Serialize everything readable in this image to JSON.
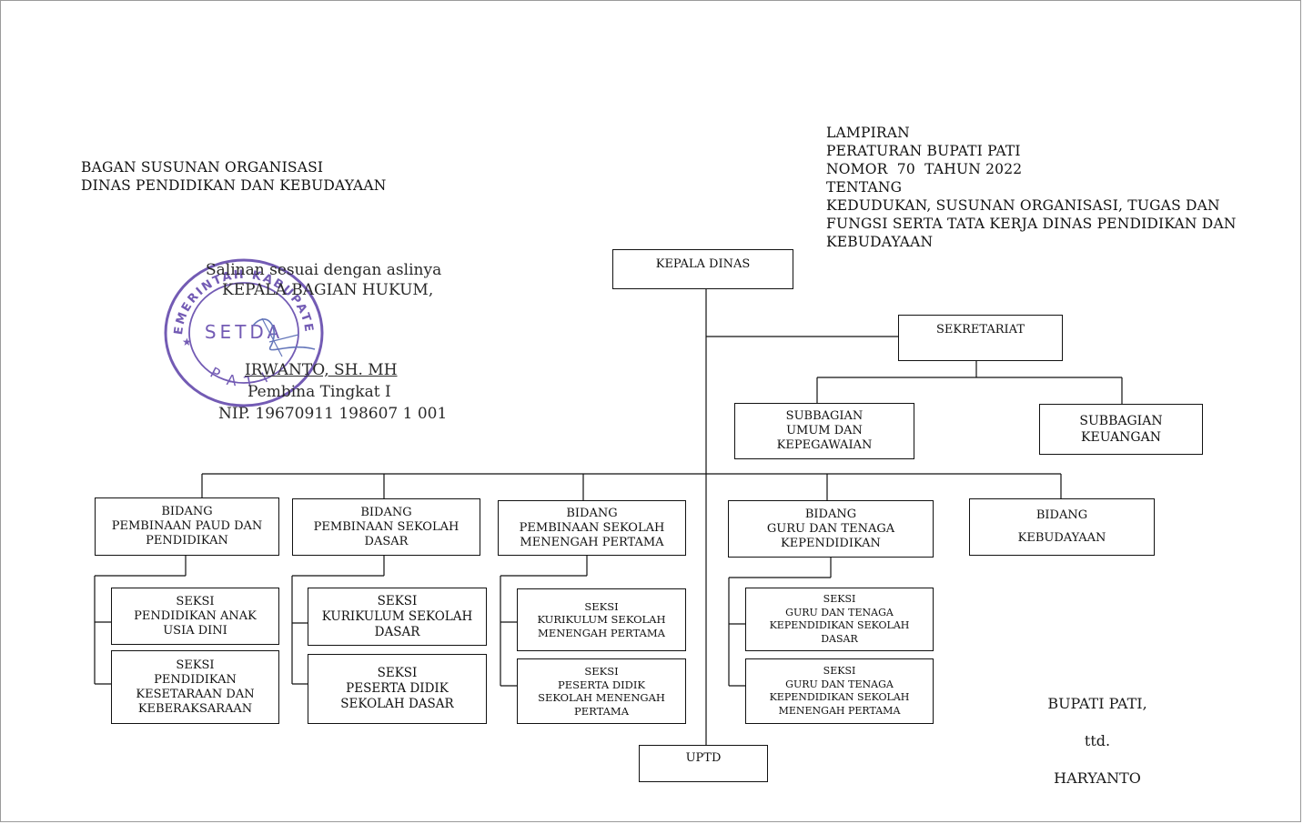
{
  "title": {
    "line1": "BAGAN SUSUNAN ORGANISASI",
    "line2": "DINAS PENDIDIKAN DAN KEBUDAYAAN"
  },
  "lampiran": {
    "lines": [
      "LAMPIRAN",
      "PERATURAN BUPATI PATI",
      "NOMOR  70  TAHUN 2022",
      "TENTANG",
      "KEDUDUKAN, SUSUNAN ORGANISASI, TUGAS DAN",
      "FUNGSI SERTA TATA KERJA DINAS PENDIDIKAN DAN",
      "KEBUDAYAAN"
    ]
  },
  "chart": {
    "kepala": "KEPALA DINAS",
    "sekretariat": "SEKRETARIAT",
    "subbagian_umum": [
      "SUBBAGIAN",
      "UMUM DAN",
      "KEPEGAWAIAN"
    ],
    "subbagian_keuangan": [
      "SUBBAGIAN",
      "KEUANGAN"
    ],
    "bidang_paud": [
      "BIDANG",
      "PEMBINAAN PAUD DAN",
      "PENDIDIKAN"
    ],
    "bidang_sd": [
      "BIDANG",
      "PEMBINAAN SEKOLAH",
      "DASAR"
    ],
    "bidang_smp": [
      "BIDANG",
      "PEMBINAAN SEKOLAH",
      "MENENGAH PERTAMA"
    ],
    "bidang_gtk": [
      "BIDANG",
      "GURU DAN TENAGA",
      "KEPENDIDIKAN"
    ],
    "bidang_kebudayaan": [
      "BIDANG",
      "KEBUDAYAAN"
    ],
    "seksi_paud_1": [
      "SEKSI",
      "PENDIDIKAN ANAK",
      "USIA DINI"
    ],
    "seksi_paud_2": [
      "SEKSI",
      "PENDIDIKAN",
      "KESETARAAN DAN",
      "KEBERAKSARAAN"
    ],
    "seksi_sd_1": [
      "SEKSI",
      "KURIKULUM SEKOLAH",
      "DASAR"
    ],
    "seksi_sd_2": [
      "SEKSI",
      "PESERTA DIDIK",
      "SEKOLAH DASAR"
    ],
    "seksi_smp_1": [
      "SEKSI",
      "KURIKULUM SEKOLAH",
      "MENENGAH PERTAMA"
    ],
    "seksi_smp_2": [
      "SEKSI",
      "PESERTA DIDIK",
      "SEKOLAH MENENGAH",
      "PERTAMA"
    ],
    "seksi_gtk_1": [
      "SEKSI",
      "GURU DAN TENAGA",
      "KEPENDIDIKAN SEKOLAH",
      "DASAR"
    ],
    "seksi_gtk_2": [
      "SEKSI",
      "GURU DAN TENAGA",
      "KEPENDIDIKAN SEKOLAH",
      "MENENGAH PERTAMA"
    ],
    "uptd": "UPTD"
  },
  "certification": {
    "line1": "Salinan sesuai dengan aslinya",
    "line2": "KEPALA BAGIAN HUKUM,",
    "name": "IRWANTO, SH. MH",
    "rank": "Pembina Tingkat I",
    "nip": "NIP. 19670911 198607 1 001",
    "stamp_text": "PEMERINTAH KABUPATEN",
    "stamp_center": "SETDA",
    "stamp_bottom": "PATI",
    "stamp_color": "#5b3fa8"
  },
  "signature": {
    "title": "BUPATI PATI,",
    "ttd": "ttd.",
    "name": "HARYANTO"
  }
}
